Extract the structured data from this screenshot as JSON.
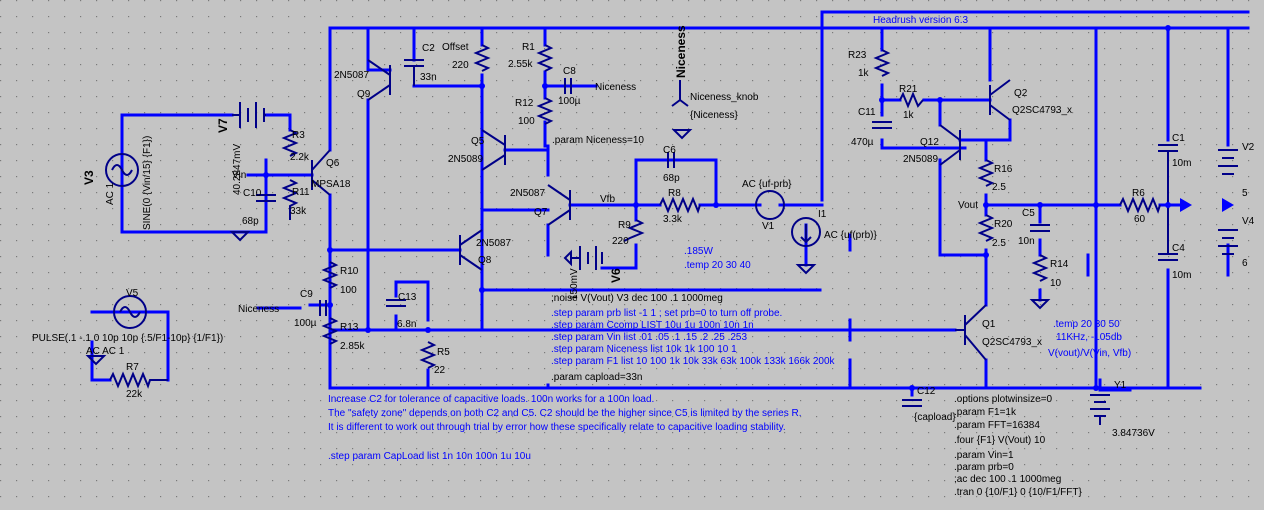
{
  "title": "Headrush version 6.3",
  "components": {
    "V1": "V1",
    "V2": "V2",
    "V3": "V3",
    "V4": "V4",
    "V5": "V5",
    "V6": "V6",
    "V7": "V7",
    "I1": "I1",
    "Y1": "Y1",
    "Q1": "Q1",
    "Q2": "Q2",
    "Q5": "Q5",
    "Q6": "Q6",
    "Q7": "Q7",
    "Q8": "Q8",
    "Q9": "Q9",
    "Q12": "Q12",
    "R1": "R1",
    "R3": "R3",
    "R5": "R5",
    "R6": "R6",
    "R7": "R7",
    "R8": "R8",
    "R9": "R9",
    "R10": "R10",
    "R11": "R11",
    "R12": "R12",
    "R13": "R13",
    "R14": "R14",
    "R16": "R16",
    "R20": "R20",
    "R21": "R21",
    "R23": "R23",
    "C1": "C1",
    "C2": "C2",
    "C4": "C4",
    "C5": "C5",
    "C6": "C6",
    "C8": "C8",
    "C9": "C9",
    "C10": "C10",
    "C11": "C11",
    "C12": "C12",
    "C13": "C13"
  },
  "values": {
    "q6": "MPSA18",
    "q9": "2N5087",
    "q5": "2N5089",
    "q7": "2N5087",
    "q8": "2N5087",
    "q12": "2N5089",
    "q2": "Q2SC4793_x",
    "q1": "Q2SC4793_x",
    "r1": "2.55k",
    "r3": "2.2k",
    "r5": "22",
    "r6": "60",
    "r7": "22k",
    "r8": "3.3k",
    "r9": "220",
    "r10": "100",
    "r11": "33k",
    "r12": "100",
    "r13": "2.85k",
    "r14": "10",
    "r16": "2.5",
    "r20": "2.5",
    "r21": "1k",
    "r23": "1k",
    "offset": "220",
    "c1": "10m",
    "c2": "33n",
    "c4": "10m",
    "c5": "10n",
    "c6": "68p",
    "c8": "100µ",
    "c9": "100µ",
    "c10": "68p",
    "c11": "470µ",
    "c12": "{capload}",
    "c13": "6.8n",
    "v2": "5",
    "v4": "6",
    "y1": "3.84736V",
    "v3_type": "AC 1",
    "v3_src": "SINE(0 {Vin/15} {F1})",
    "v7_val": "40.2847mV",
    "v6_val": "150mV",
    "v1_val": "AC {uf-prb}",
    "i1_val": "AC {uf(prb)}",
    "v5_src": "PULSE(.1 -.1 0 10p 10p {.5/F1-10p} {1/F1})",
    "v5_ac": "AC AC 1"
  },
  "nets": {
    "vin": "Vin",
    "vfb": "Vfb",
    "vout": "Vout",
    "niceness": "Niceness",
    "niceness_top": "Niceness",
    "offset": "Offset",
    "knob": "Niceness_knob",
    "knob_val": "{Niceness}"
  },
  "directives_black": {
    "niceness_param": ".param Niceness=10",
    "noise": ";noise V(Vout) V3 dec 100 .1 1000meg",
    "capload": ".param capload=33n",
    "right": [
      ".options plotwinsize=0",
      ".param F1=1k",
      ".param FFT=16384",
      ".four {F1} V(Vout) 10",
      ".param Vin=1",
      ".param prb=0",
      ";ac dec 100 .1 1000meg",
      ".tran 0 {10/F1} 0 {10/F1/FFT}"
    ]
  },
  "directives_blue": {
    "step1": ".step param prb list -1 1 ; set prb=0 to turn off probe.",
    "step2": ".step param Ccomp LIST 10u 1u 100n 10n 1n",
    "step3": ".step param Vin list .01 .05 .1 .15 .2 .25 .253",
    "step4": ".step param Niceness list 10k 1k 100 10 1",
    "step5": ".step param F1 list 10 100 1k 10k 33k 63k 100k 133k 166k 200k",
    "note1": "Increase C2 for tolerance of capacitive loads. 100n works for a 100n load.",
    "note2": "The \"safety zone\" depends on both C2 and C5. C2 should be the higher since C5 is limited by the series R.",
    "note3": "It is different to work out through trial by error how these specifically relate to capacitive loading stability.",
    "capload_step": ".step param CapLoad list 1n 10n 100n 1u 10u",
    "w185": ".185W",
    "temp1": ".temp 20 30 40",
    "temp2": ".temp 20 30 50",
    "khz": "11KHz, -105db",
    "vout_expr": "V(vout)/V(Vin, Vfb)"
  }
}
